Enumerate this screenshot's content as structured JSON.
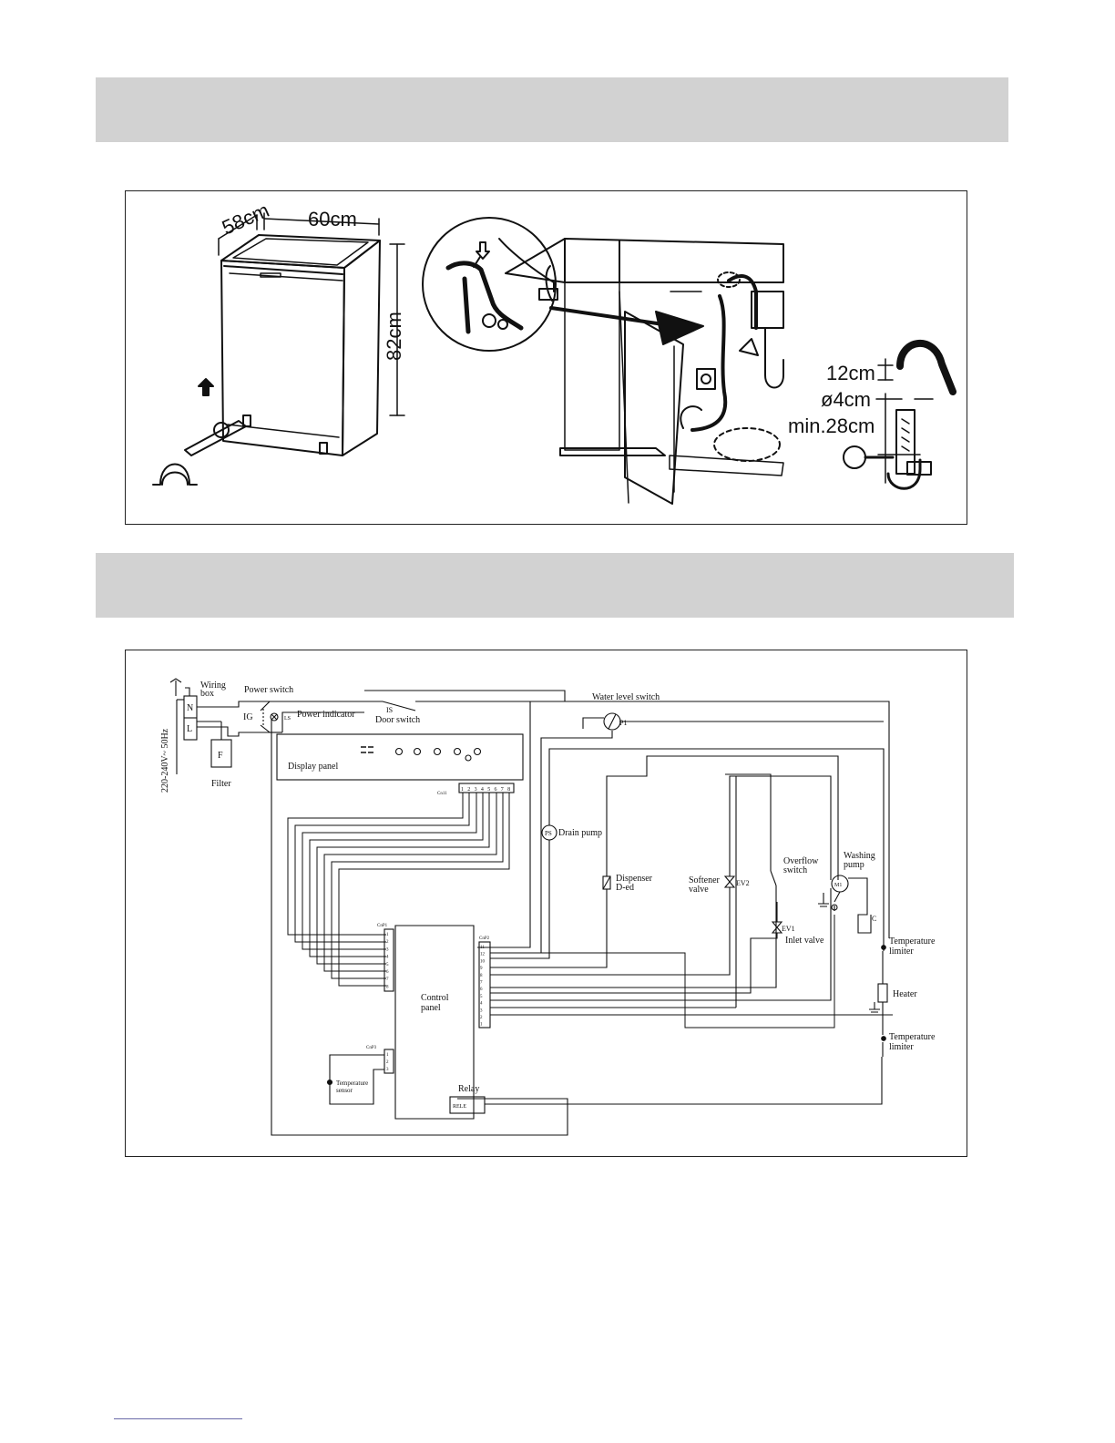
{
  "installation_figure": {
    "depth": "58cm",
    "width": "60cm",
    "height": "82cm",
    "hose_loop": "12cm",
    "hose_diameter": "ø4cm",
    "drain_height": "min.28cm"
  },
  "wiring_diagram": {
    "supply": "220-240V~ 50Hz",
    "wiring_box": [
      "Wiring",
      "box"
    ],
    "terminal_n": "N",
    "terminal_l": "L",
    "filter_symbol": "F",
    "filter": "Filter",
    "power_switch": "Power switch",
    "power_indicator": "Power indicator",
    "ig": "IG",
    "ls": "LS",
    "is_label": "IS",
    "door_switch": "Door switch",
    "water_level_switch": "Water level switch",
    "p1": "P1",
    "display_panel": "Display panel",
    "cn11": "Cn11",
    "cn11_pins": [
      "1",
      "2",
      "3",
      "4",
      "5",
      "6",
      "7",
      "8"
    ],
    "drain_pump_symbol": "PS",
    "drain_pump": "Drain pump",
    "dispenser": [
      "Dispenser",
      "D-ed"
    ],
    "softener_valve": [
      "Softener",
      "valve"
    ],
    "ev2": "EV2",
    "overflow_switch": [
      "Overflow",
      "switch"
    ],
    "ev1": "EV1",
    "inlet_valve": "Inlet valve",
    "washing_pump": [
      "Washing",
      "pump"
    ],
    "motor_symbol": "M1",
    "capacitor": "C",
    "temperature_limiter": [
      "Temperature",
      "limiter"
    ],
    "heater": "Heater",
    "cnp1": "CnP1",
    "cnp1_pins": [
      "1",
      "2",
      "3",
      "4",
      "5",
      "6",
      "7",
      "8"
    ],
    "cnp2": "CnP2",
    "cnp2_pins": [
      "11",
      "12",
      "10",
      "9",
      "8",
      "7",
      "6",
      "5",
      "4",
      "3",
      "2",
      "1"
    ],
    "cnp3": "CnP3",
    "cnp3_pins": [
      "1",
      "2",
      "3"
    ],
    "control_panel": [
      "Control",
      "panel"
    ],
    "temperature_sensor": [
      "Temperature",
      "sensor"
    ],
    "relay": "Relay",
    "relay_box": "RELE"
  }
}
